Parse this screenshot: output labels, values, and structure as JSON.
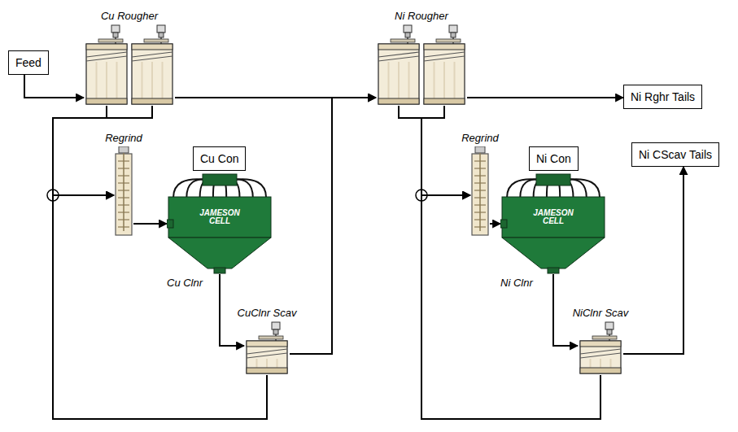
{
  "diagram": {
    "nodes": [
      {
        "text": [
          "Feed"
        ]
      },
      {
        "text": [
          "Cu Rougher"
        ]
      },
      {
        "text": [
          "Ni Rougher"
        ]
      },
      {
        "text": [
          "Ni Rghr Tails"
        ]
      },
      {
        "text": [
          "Ni CScav Tails"
        ]
      },
      {
        "text": [
          "Regrind"
        ]
      },
      {
        "text": [
          "Cu Con"
        ]
      },
      {
        "text": [
          "JAMESON CELL",
          "Cu Clnr"
        ]
      },
      {
        "text": [
          "Regrind"
        ]
      },
      {
        "text": [
          "Ni Con"
        ]
      },
      {
        "text": [
          "JAMESON CELL",
          "Ni Clnr"
        ]
      },
      {
        "text": [
          "CuClnr Scav"
        ]
      },
      {
        "text": [
          "NiClnr Scav"
        ]
      }
    ],
    "edges": [
      {
        "from": 0,
        "to": 1,
        "arrow": "to"
      },
      {
        "from": 1,
        "to": 2,
        "arrow": "to"
      },
      {
        "from": 1,
        "to": 5,
        "arrow": "to"
      },
      {
        "from": 5,
        "to": 7,
        "arrow": "to"
      },
      {
        "from": 7,
        "to": 11,
        "arrow": "to"
      },
      {
        "from": 11,
        "to": 2,
        "arrow": "to"
      },
      {
        "from": 11,
        "to": 5,
        "arrow": "to"
      },
      {
        "from": 2,
        "to": 3,
        "arrow": "to"
      },
      {
        "from": 2,
        "to": 8,
        "arrow": "to"
      },
      {
        "from": 8,
        "to": 10,
        "arrow": "to"
      },
      {
        "from": 10,
        "to": 12,
        "arrow": "to"
      },
      {
        "from": 12,
        "to": 4,
        "arrow": "to"
      },
      {
        "from": 12,
        "to": 8,
        "arrow": "to"
      }
    ]
  }
}
